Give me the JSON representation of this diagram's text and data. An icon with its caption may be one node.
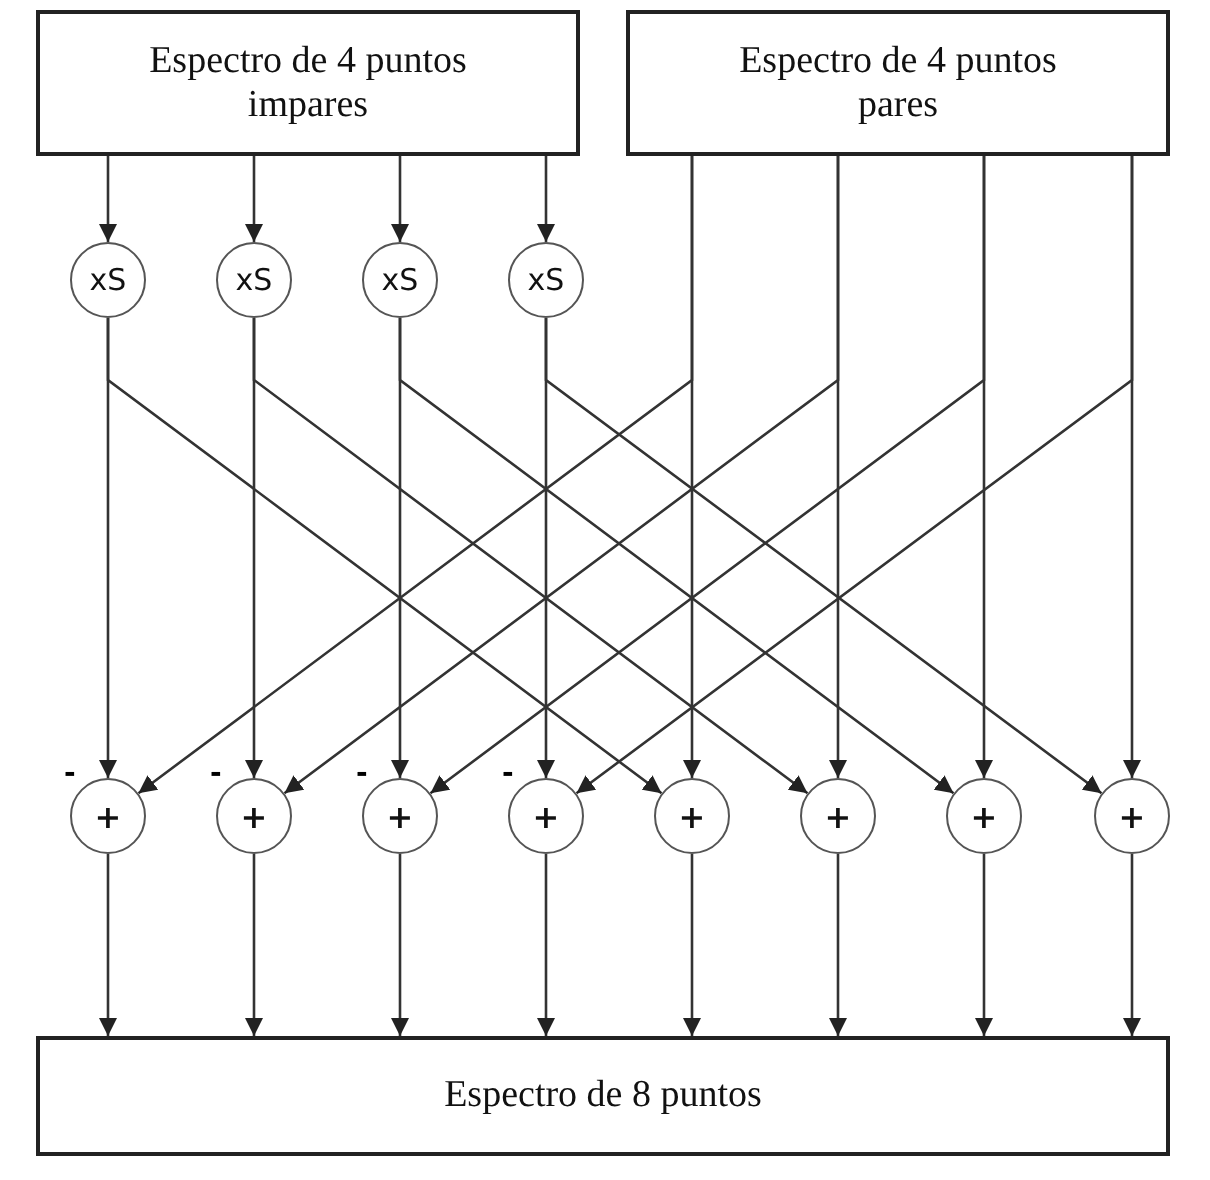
{
  "diagram": {
    "nodes": [
      {
        "text": [
          "Espectro de 4 puntos impares"
        ]
      },
      {
        "text": [
          "Espectro de 4 puntos pares"
        ]
      },
      {
        "text": [
          "Espectro de 8 puntos"
        ]
      },
      {
        "text": [
          "xS"
        ]
      },
      {
        "text": [
          "xS"
        ]
      },
      {
        "text": [
          "xS"
        ]
      },
      {
        "text": [
          "xS"
        ]
      },
      {
        "text": [
          "+"
        ]
      },
      {
        "text": [
          "+"
        ]
      },
      {
        "text": [
          "+"
        ]
      },
      {
        "text": [
          "+"
        ]
      },
      {
        "text": [
          "+"
        ]
      },
      {
        "text": [
          "+"
        ]
      },
      {
        "text": [
          "+"
        ]
      },
      {
        "text": [
          "+"
        ]
      }
    ],
    "edges": [
      {
        "from": 0,
        "to": 3,
        "arrow": "to"
      },
      {
        "from": 0,
        "to": 4,
        "arrow": "to"
      },
      {
        "from": 0,
        "to": 5,
        "arrow": "to"
      },
      {
        "from": 0,
        "to": 6,
        "arrow": "to"
      },
      {
        "from": 3,
        "to": 7,
        "arrow": "to"
      },
      {
        "from": 4,
        "to": 8,
        "arrow": "to"
      },
      {
        "from": 5,
        "to": 9,
        "arrow": "to"
      },
      {
        "from": 6,
        "to": 10,
        "arrow": "to"
      },
      {
        "from": 3,
        "to": 11,
        "arrow": "to"
      },
      {
        "from": 4,
        "to": 12,
        "arrow": "to"
      },
      {
        "from": 5,
        "to": 13,
        "arrow": "to"
      },
      {
        "from": 6,
        "to": 14,
        "arrow": "to"
      },
      {
        "from": 1,
        "to": 11,
        "arrow": "to"
      },
      {
        "from": 1,
        "to": 12,
        "arrow": "to"
      },
      {
        "from": 1,
        "to": 13,
        "arrow": "to"
      },
      {
        "from": 1,
        "to": 14,
        "arrow": "to"
      },
      {
        "from": 1,
        "to": 7,
        "arrow": "to"
      },
      {
        "from": 1,
        "to": 8,
        "arrow": "to"
      },
      {
        "from": 1,
        "to": 9,
        "arrow": "to"
      },
      {
        "from": 1,
        "to": 10,
        "arrow": "to"
      },
      {
        "from": 7,
        "to": 2,
        "arrow": "to"
      },
      {
        "from": 8,
        "to": 2,
        "arrow": "to"
      },
      {
        "from": 9,
        "to": 2,
        "arrow": "to"
      },
      {
        "from": 10,
        "to": 2,
        "arrow": "to"
      },
      {
        "from": 11,
        "to": 2,
        "arrow": "to"
      },
      {
        "from": 12,
        "to": 2,
        "arrow": "to"
      },
      {
        "from": 13,
        "to": 2,
        "arrow": "to"
      },
      {
        "from": 14,
        "to": 2,
        "arrow": "to"
      }
    ],
    "labels": [
      "-",
      "-",
      "-",
      "-"
    ]
  }
}
